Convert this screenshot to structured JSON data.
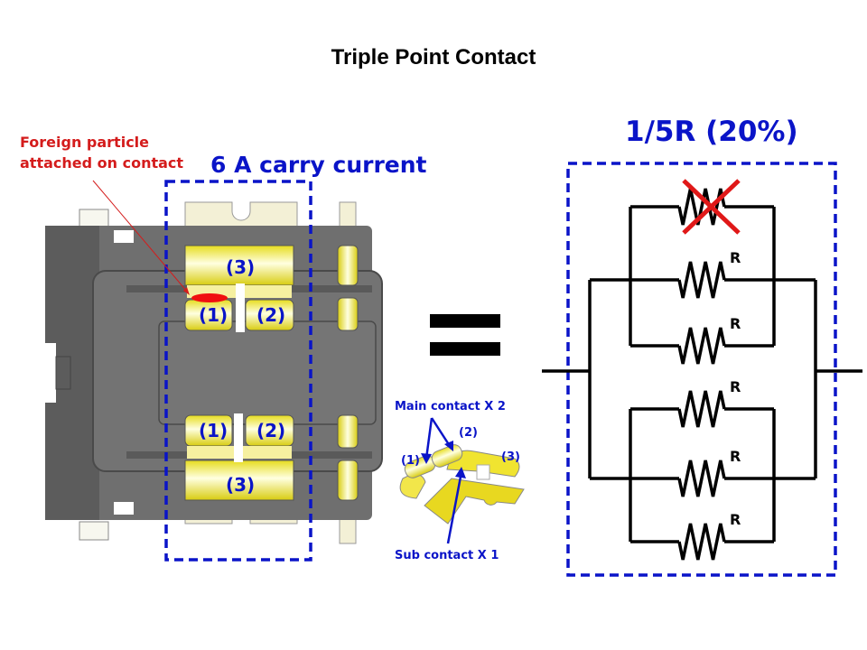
{
  "title": "Triple Point Contact",
  "annotations": {
    "foreign_particle_line1": "Foreign particle",
    "foreign_particle_line2": "attached on contact",
    "carry_current": "6 A carry current",
    "equivalent_resistance": "1/5R (20%)"
  },
  "connector": {
    "top_contact": {
      "sub": "(3)",
      "main_left": "(1)",
      "main_right": "(2)"
    },
    "bottom_contact": {
      "sub": "(3)",
      "main_left": "(1)",
      "main_right": "(2)"
    }
  },
  "detail": {
    "main_contact": "Main contact X 2",
    "sub_contact": "Sub contact X 1",
    "label_1": "(1)",
    "label_2": "(2)",
    "label_3": "(3)"
  },
  "circuit": {
    "resistors": [
      {
        "label": "",
        "failed": true
      },
      {
        "label": "R",
        "failed": false
      },
      {
        "label": "R",
        "failed": false
      },
      {
        "label": "R",
        "failed": false
      },
      {
        "label": "R",
        "failed": false
      },
      {
        "label": "R",
        "failed": false
      }
    ]
  },
  "colors": {
    "accent_blue": "#0a14c8",
    "alert_red": "#e01818",
    "contact_yellow": "#f2ea3a",
    "housing_gray": "#6f6f6f"
  }
}
